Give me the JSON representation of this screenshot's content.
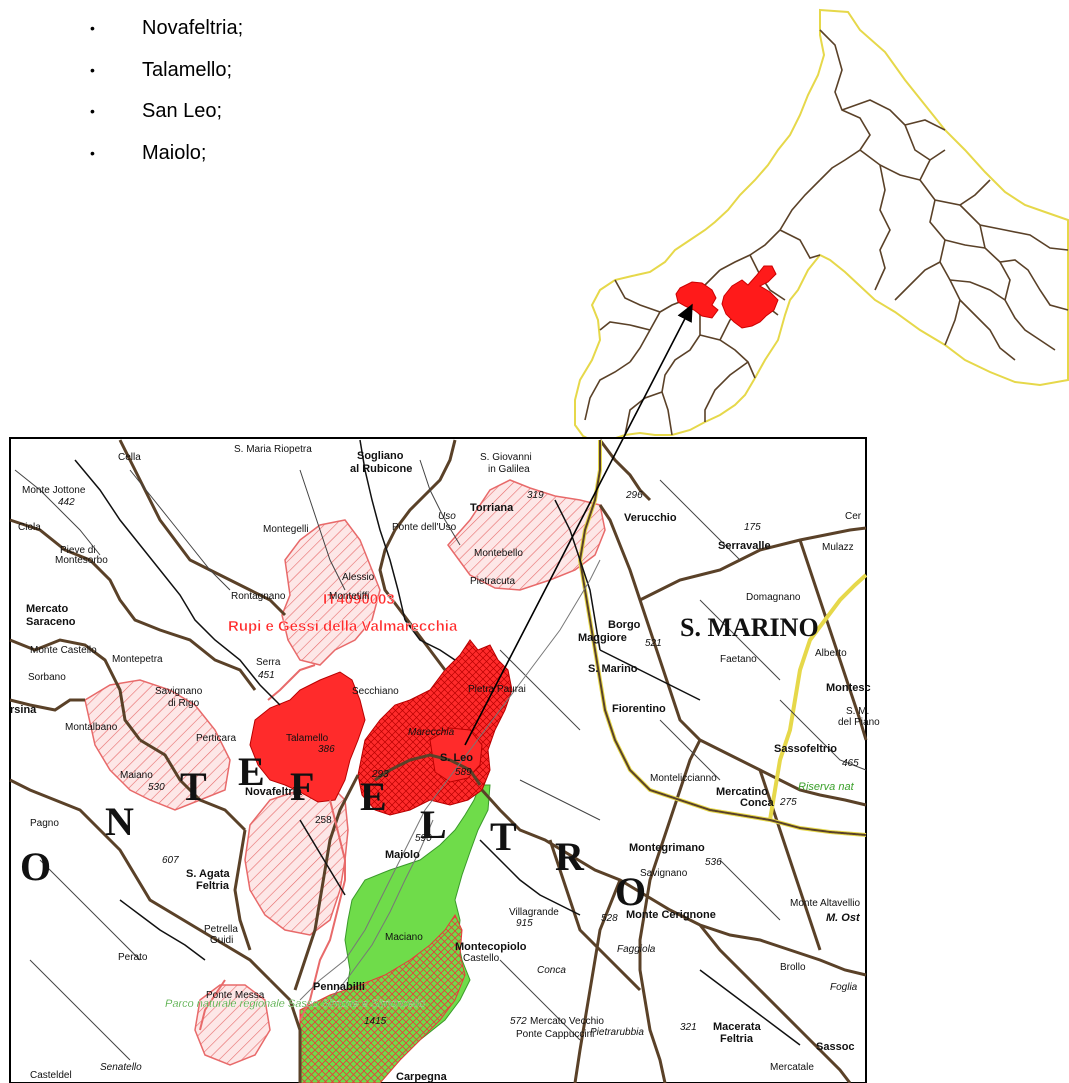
{
  "bullets": [
    "Novafeltria;",
    "Talamello;",
    "San Leo;",
    "Maiolo;"
  ],
  "colors": {
    "province_border": "#e6d84a",
    "municipal_border": "#5a4128",
    "protected_area_fill": "#ff2b2b",
    "site_hatch": "#e86a6a",
    "park_fill": "#6fdc4a",
    "road_black": "#111111",
    "arrow": "#000000"
  },
  "site": {
    "code": "IT4090003",
    "name": "Rupi e Gessi della Valmarecchia"
  },
  "park_label": "Parco naturale regionale Sasso Simone e Simoncello",
  "reserve_label": "Riserva nat",
  "region_letters": [
    "O",
    "N",
    "T",
    "E",
    "F",
    "E",
    "L",
    "T",
    "R",
    "O"
  ],
  "country_label": "S. MARINO",
  "places": {
    "cella": "Cella",
    "riopetra": "S. Maria Riopetra",
    "sogliano": "Sogliano",
    "al_rubicone": "al Rubicone",
    "s_giovanni": "S. Giovanni",
    "in_galilea": "in Galilea",
    "monte_jottone": "Monte Jottone",
    "h442": "442",
    "ciola": "Ciola",
    "pieve": "Pieve di",
    "montesorbo": "Montesorbo",
    "montegelli": "Montegelli",
    "uso": "Uso",
    "ponte_uso": "Ponte dell'Uso",
    "torriana": "Torriana",
    "h319": "319",
    "montebello": "Montebello",
    "h296": "296",
    "verucchio": "Verucchio",
    "h175": "175",
    "serravalle": "Serravalle",
    "mulazzano": "Mulazz",
    "cerasolo": "Cer",
    "mercato": "Mercato",
    "saraceno": "Saraceno",
    "alessio": "Alessio",
    "montetiffi": "Montetiffi",
    "rontagnano": "Rontagnano",
    "pietracuta": "Pietracuta",
    "domagnano": "Domagnano",
    "borgo": "Borgo",
    "maggiore": "Maggiore",
    "h521": "521",
    "monte_castello": "Monte Castello",
    "montepetra": "Montepetra",
    "serra": "Serra",
    "h451": "451",
    "secchiano": "Secchiano",
    "s_marino_town": "S. Marino",
    "faetano": "Faetano",
    "alberto": "Alberto",
    "sorbano": "Sorbano",
    "savignano": "Savignano",
    "di_rigo": "di Rigo",
    "pietracuta2": "Pietra Paurai",
    "fiorentino": "Fiorentino",
    "montesc": "Montesc",
    "sarsina": "rsina",
    "montalbano": "Montalbano",
    "perticara": "Perticara",
    "talamello": "Talamello",
    "h386": "386",
    "s_leo": "S. Leo",
    "h589": "589",
    "s_m_piano": "S. M.",
    "del_piano": "del Piano",
    "sassofeltrio": "Sassofeltrio",
    "h465": "465",
    "maiano": "Maiano",
    "h530": "530",
    "novafeltria": "Novafeltria",
    "h293": "293",
    "monteliccianno": "Monteliccianno",
    "mercatino": "Mercatino",
    "conca": "Conca",
    "h275": "275",
    "pagno": "Pagno",
    "sp258": "258",
    "maiolo": "Maiolo",
    "h590": "590",
    "montegrimano": "Montegrimano",
    "h536": "536",
    "h607": "607",
    "s_agata": "S. Agata",
    "feltria": "Feltria",
    "savignano2": "Savignano",
    "monte_altavellio": "Monte Altavellio",
    "m_ost": "M. Ost",
    "villagrande": "Villagrande",
    "h915": "915",
    "h528": "528",
    "monte_cerignone": "Monte Cerignone",
    "petrella": "Petrella",
    "guidi": "Guidi",
    "maciano": "Maciano",
    "montecopiolo": "Montecopiolo",
    "faggiola": "Faggiola",
    "perato": "Perato",
    "pennabilli": "Pennabilli",
    "castello": "Castello",
    "conca_river": "Conca",
    "brollo": "Brollo",
    "ponte_messa": "Ponte Messa",
    "foglia": "Foglia",
    "h572": "572",
    "mercato_vecchio": "Mercato Vecchio",
    "h1415": "1415",
    "ponte_cappuccini": "Ponte Cappuccini",
    "pietrarubbia": "Pietrarubbia",
    "h321": "321",
    "macerata": "Macerata",
    "feltria2": "Feltria",
    "sassoc": "Sassoc",
    "casteldelci": "Casteldel",
    "senatello": "Senatello",
    "mercatale": "Mercatale",
    "carpegna": "Carpegna",
    "sinimo": "Marecchia"
  }
}
